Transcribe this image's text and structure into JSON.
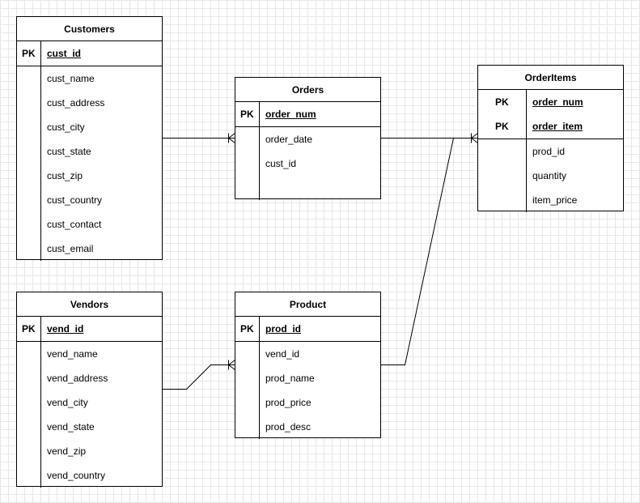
{
  "entities": {
    "customers": {
      "title": "Customers",
      "pk_label": "PK",
      "pk_fields": [
        "cust_id"
      ],
      "fields": [
        "cust_name",
        "cust_address",
        "cust_city",
        "cust_state",
        "cust_zip",
        "cust_country",
        "cust_contact",
        "cust_email"
      ]
    },
    "orders": {
      "title": "Orders",
      "pk_label": "PK",
      "pk_fields": [
        "order_num"
      ],
      "fields": [
        "order_date",
        "cust_id",
        ""
      ]
    },
    "orderitems": {
      "title": "OrderItems",
      "pk_label": "PK",
      "pk_fields": [
        "order_num",
        "order_item"
      ],
      "fields": [
        "prod_id",
        "quantity",
        "item_price"
      ]
    },
    "vendors": {
      "title": "Vendors",
      "pk_label": "PK",
      "pk_fields": [
        "vend_id"
      ],
      "fields": [
        "vend_name",
        "vend_address",
        "vend_city",
        "vend_state",
        "vend_zip",
        "vend_country"
      ]
    },
    "product": {
      "title": "Product",
      "pk_label": "PK",
      "pk_fields": [
        "prod_id"
      ],
      "fields": [
        "vend_id",
        "prod_name",
        "prod_price",
        "prod_desc"
      ]
    }
  },
  "relationships": [
    {
      "from": "customers",
      "to": "orders",
      "to_end": "crow-foot"
    },
    {
      "from": "orders",
      "to": "orderitems",
      "to_end": "crow-foot"
    },
    {
      "from": "product",
      "to": "orderitems",
      "to_end": "crow-foot"
    },
    {
      "from": "vendors",
      "to": "product",
      "to_end": "crow-foot"
    }
  ],
  "colors": {
    "line": "#000000",
    "grid": "#e6e6e6",
    "background": "#ffffff"
  }
}
